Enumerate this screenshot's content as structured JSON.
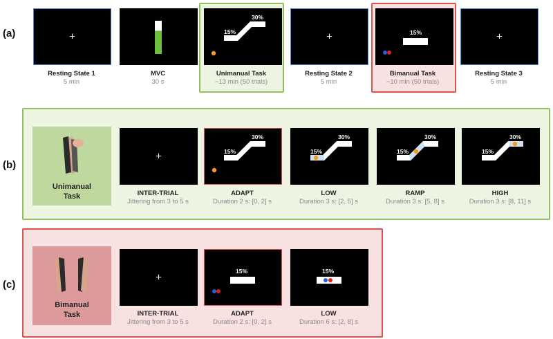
{
  "row_labels": {
    "a": "(a)",
    "b": "(b)",
    "c": "(c)"
  },
  "row_a": [
    {
      "title": "Resting State 1",
      "sub": "5 min"
    },
    {
      "title": "MVC",
      "sub": "30 s"
    },
    {
      "title": "Unimanual Task",
      "sub": "~13 min (50 trials)"
    },
    {
      "title": "Resting State 2",
      "sub": "5 min"
    },
    {
      "title": "Bimanual Task",
      "sub": "~10 min (50 trials)"
    },
    {
      "title": "Resting State 3",
      "sub": "5 min"
    }
  ],
  "row_b": {
    "task_label": "Unimanual Task",
    "screens": [
      {
        "title": "INTER-TRIAL",
        "sub": "Jittering from 3 to 5 s"
      },
      {
        "title": "ADAPT",
        "sub": "Duration 2 s: [0, 2] s"
      },
      {
        "title": "LOW",
        "sub": "Duration 3 s: [2, 5] s"
      },
      {
        "title": "RAMP",
        "sub": "Duration 3 s: [5, 8] s"
      },
      {
        "title": "HIGH",
        "sub": "Duration 3 s: [8, 11] s"
      }
    ]
  },
  "row_c": {
    "task_label": "Bimanual Task",
    "screens": [
      {
        "title": "INTER-TRIAL",
        "sub": "Jittering from 3 to 5 s"
      },
      {
        "title": "ADAPT",
        "sub": "Duration 2 s: [0, 2] s"
      },
      {
        "title": "LOW",
        "sub": "Duration 6 s: [2, 8] s"
      }
    ]
  },
  "stim": {
    "fixation": "+",
    "low_pct": "15%",
    "high_pct": "30%",
    "mvc_level": 0.7
  },
  "colors": {
    "green_frame": "#8fbf5f",
    "green_fill": "#eef4e2",
    "green_tile": "#bfd89d",
    "red_frame": "#d9534f",
    "red_fill": "#f7e1e1",
    "red_tile": "#dd9a9a",
    "blue_border": "#4f86d6",
    "cursor_orange": "#f39b1f",
    "cursor_blue": "#2a5fd9",
    "cursor_red": "#e01e1e",
    "mvc_green": "#6fbf3f"
  }
}
